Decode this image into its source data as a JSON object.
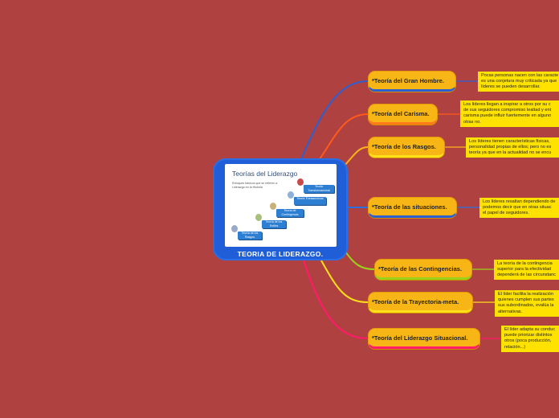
{
  "central": {
    "label": "TEORIA DE LIDERAZGO.",
    "image": {
      "title": "Teorías del Liderazgo",
      "subtitle": "Enfoques básicos que se refieren a Liderazgo en la Historia",
      "steps": [
        "Teoría de los Rasgos",
        "Teoría de los Estilos",
        "Teoría de Contingencia",
        "Teoría Transaccional",
        "Teoría Transformacional"
      ]
    }
  },
  "topics": [
    {
      "label": "*Teoría del Gran  Hombre.",
      "note": [
        "Pocas personas nacen con las caracte",
        "es una conjetura muy criticada ya que",
        "líderes se pueden desarrollar."
      ]
    },
    {
      "label": "*Teoría del Carisma.",
      "note": [
        "Los líderes llegan a inspirar a otros por su c",
        "de sus seguidores compromiso lealtad y ent",
        "carisma puede influir fuertemente en alguno",
        "otras no."
      ]
    },
    {
      "label": "*Teoría de los Rasgos.",
      "note": [
        "Los líderes tienen características físicas,",
        "personalidad propias de ellos; pero no es",
        "teoría ya que en la actualidad no se encu"
      ]
    },
    {
      "label": "*Teoría de las situaciones.",
      "note": [
        "Los líderes resaltan dependiendo de",
        "podemos decir que  en otras situac",
        "el papel de seguidores."
      ]
    },
    {
      "label": "*Teoría de las Contingencias.",
      "note": [
        "La teoría de la contingencia",
        "superior para la efectividad",
        "dependerá de las circunstanc"
      ]
    },
    {
      "label": "*Teoría de la Trayectoria-meta.",
      "note": [
        "El líder facilita la realización",
        "quienes cumplen sus partes",
        "sus subordinados, evalúa la",
        "alternativas."
      ]
    },
    {
      "label": "*Teoría del Liderazgo Situacional.",
      "note": [
        "El líder adapta su conduc",
        "puede priorizar distintos",
        "otros (poca producción,",
        "relación...)"
      ]
    }
  ],
  "colors": {
    "background": "#b04141",
    "central_fill": "#1f5ed6",
    "topic_fill": "#f8b616",
    "note_fill": "#ffe200",
    "branch_colors": [
      "#2e5fd0",
      "#ff5a1a",
      "#ffb21a",
      "#2e6fe0",
      "#9ad21a",
      "#ffe01a",
      "#ff1a6a"
    ]
  }
}
